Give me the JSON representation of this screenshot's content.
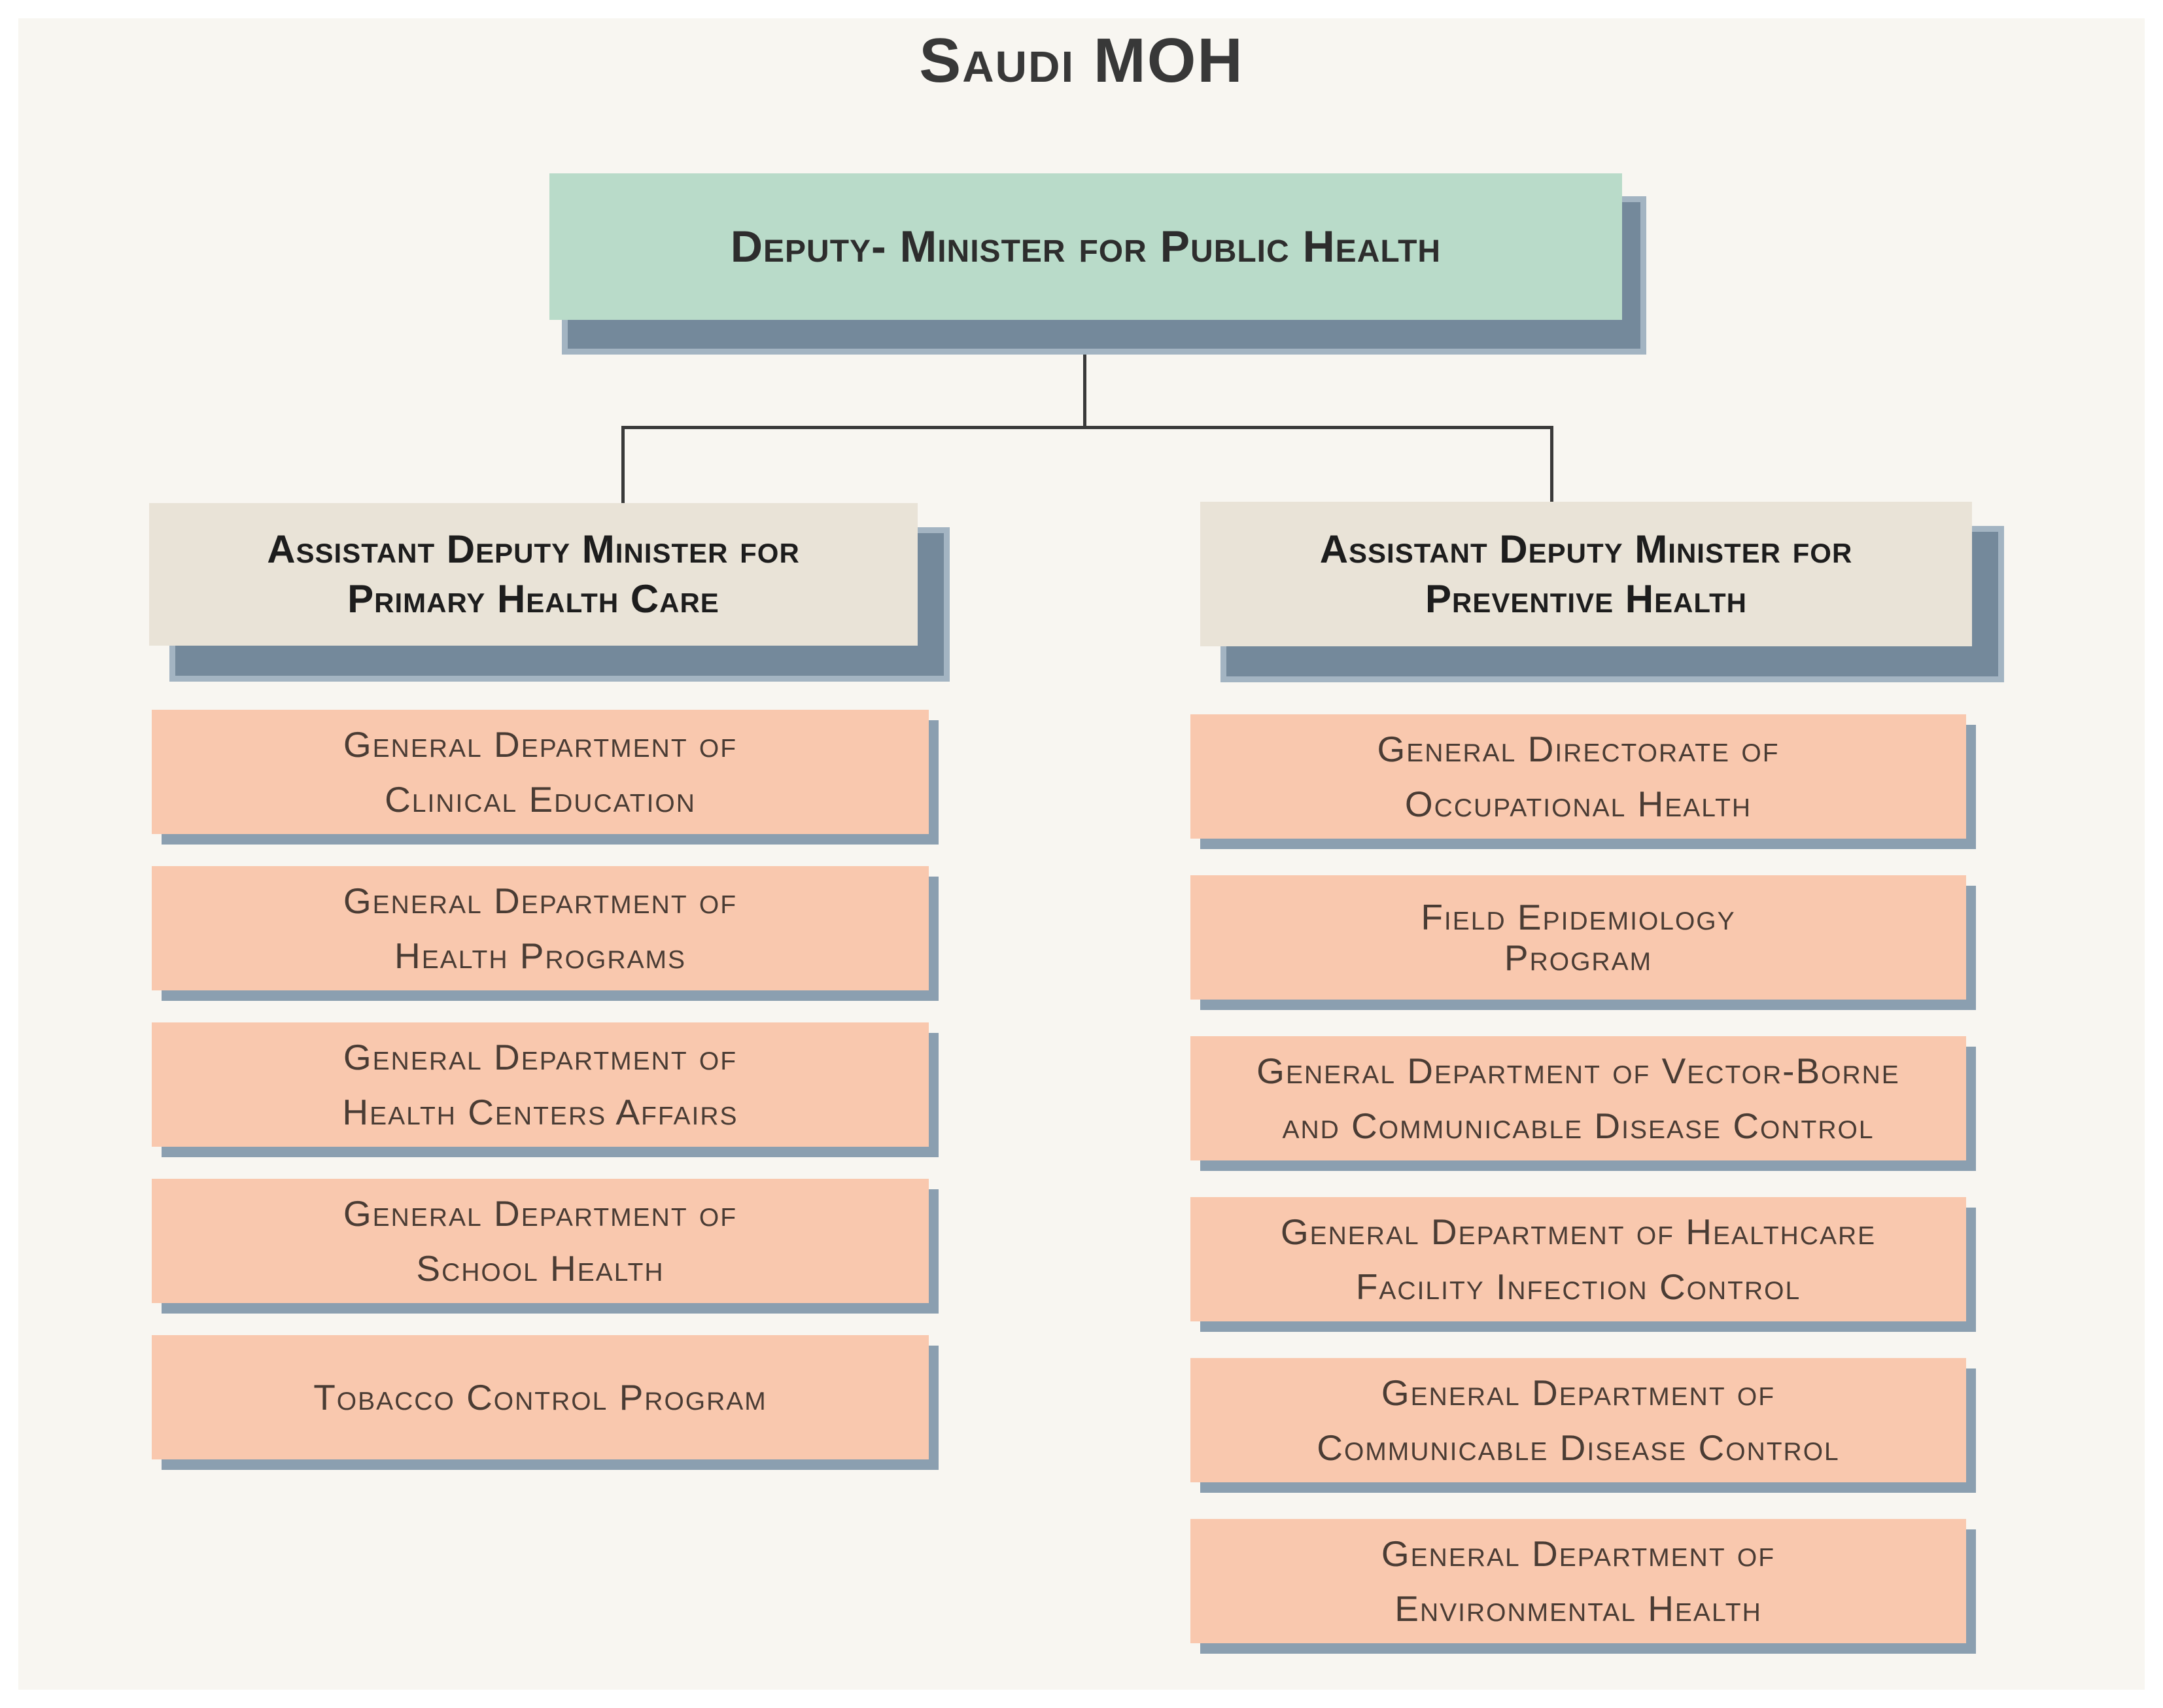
{
  "title": "Saudi MOH",
  "colors": {
    "page_bg": "#ffffff",
    "panel_bg": "#f8f6f1",
    "title_text": "#383838",
    "root_box": "#b9dbc9",
    "root_text": "#2d2d2d",
    "branch_box": "#e9e3d7",
    "branch_text": "#1d1d1d",
    "leaf_box": "#f9c8ae",
    "leaf_text": "#4a3c34",
    "leaf_shadow": "#8b9fb0",
    "shadow_core": "#74899b",
    "shadow_rim": "#a3b4c2",
    "line": "#3a3a3a"
  },
  "root": {
    "label": "Deputy- Minister for Public Health"
  },
  "branches": [
    {
      "id": "primary-health-care",
      "label_lines": [
        "Assistant Deputy Minister for",
        "Primary Health Care"
      ],
      "children": [
        {
          "lines": [
            "General Department of",
            "Clinical Education"
          ],
          "spacing": "loose"
        },
        {
          "lines": [
            "General Department of",
            "Health Programs"
          ],
          "spacing": "loose"
        },
        {
          "lines": [
            "General Department of",
            "Health Centers Affairs"
          ],
          "spacing": "loose"
        },
        {
          "lines": [
            "General Department of",
            "School Health"
          ],
          "spacing": "loose"
        },
        {
          "lines": [
            "Tobacco Control Program"
          ],
          "spacing": "loose"
        }
      ]
    },
    {
      "id": "preventive-health",
      "label_lines": [
        "Assistant Deputy Minister for",
        "Preventive Health"
      ],
      "children": [
        {
          "lines": [
            "General Directorate of",
            "Occupational Health"
          ],
          "spacing": "loose"
        },
        {
          "lines": [
            "Field Epidemiology",
            "Program"
          ],
          "spacing": "tight"
        },
        {
          "lines": [
            "General Department of Vector-Borne",
            "and Communicable Disease Control"
          ],
          "spacing": "loose"
        },
        {
          "lines": [
            "General Department of Healthcare",
            "Facility Infection Control"
          ],
          "spacing": "loose"
        },
        {
          "lines": [
            "General Department of",
            "Communicable Disease Control"
          ],
          "spacing": "loose"
        },
        {
          "lines": [
            "General Department of",
            "Environmental Health"
          ],
          "spacing": "loose"
        }
      ]
    }
  ]
}
